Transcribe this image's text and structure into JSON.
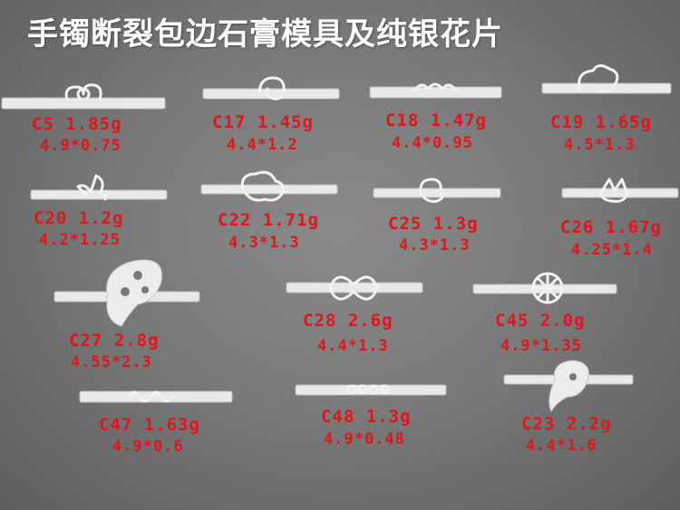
{
  "title": "手镯断裂包边石膏模具及纯银花片",
  "items": [
    {
      "code_weight": "C5 1.85g",
      "size": "4.9*0.75",
      "motif": "cloud-knot"
    },
    {
      "code_weight": "C17 1.45g",
      "size": "4.4*1.2",
      "motif": "rose"
    },
    {
      "code_weight": "C18 1.47g",
      "size": "4.4*0.95",
      "motif": "swirl"
    },
    {
      "code_weight": "C19 1.65g",
      "size": "4.5*1.3",
      "motif": "cloud"
    },
    {
      "code_weight": "C20 1.2g",
      "size": "4.2*1.25",
      "motif": "butterfly"
    },
    {
      "code_weight": "C22 1.71g",
      "size": "4.3*1.3",
      "motif": "rose"
    },
    {
      "code_weight": "C25 1.3g",
      "size": "4.3*1.3",
      "motif": "flower"
    },
    {
      "code_weight": "C26 1.67g",
      "size": "4.25*1.4",
      "motif": "lotus"
    },
    {
      "code_weight": "C27 2.8g",
      "size": "4.55*2.3",
      "motif": "butterfly-wing"
    },
    {
      "code_weight": "C28 2.6g",
      "size": "4.4*1.3",
      "motif": "knot"
    },
    {
      "code_weight": "C45 2.0g",
      "size": "4.9*1.35",
      "motif": "daisy"
    },
    {
      "code_weight": "C47 1.63g",
      "size": "4.9*0.6",
      "motif": "chinese-knot"
    },
    {
      "code_weight": "C48 1.3g",
      "size": "4.9*0.48",
      "motif": "rings"
    },
    {
      "code_weight": "C23 2.2g",
      "size": "4.4*1.6",
      "motif": "leaf"
    }
  ]
}
